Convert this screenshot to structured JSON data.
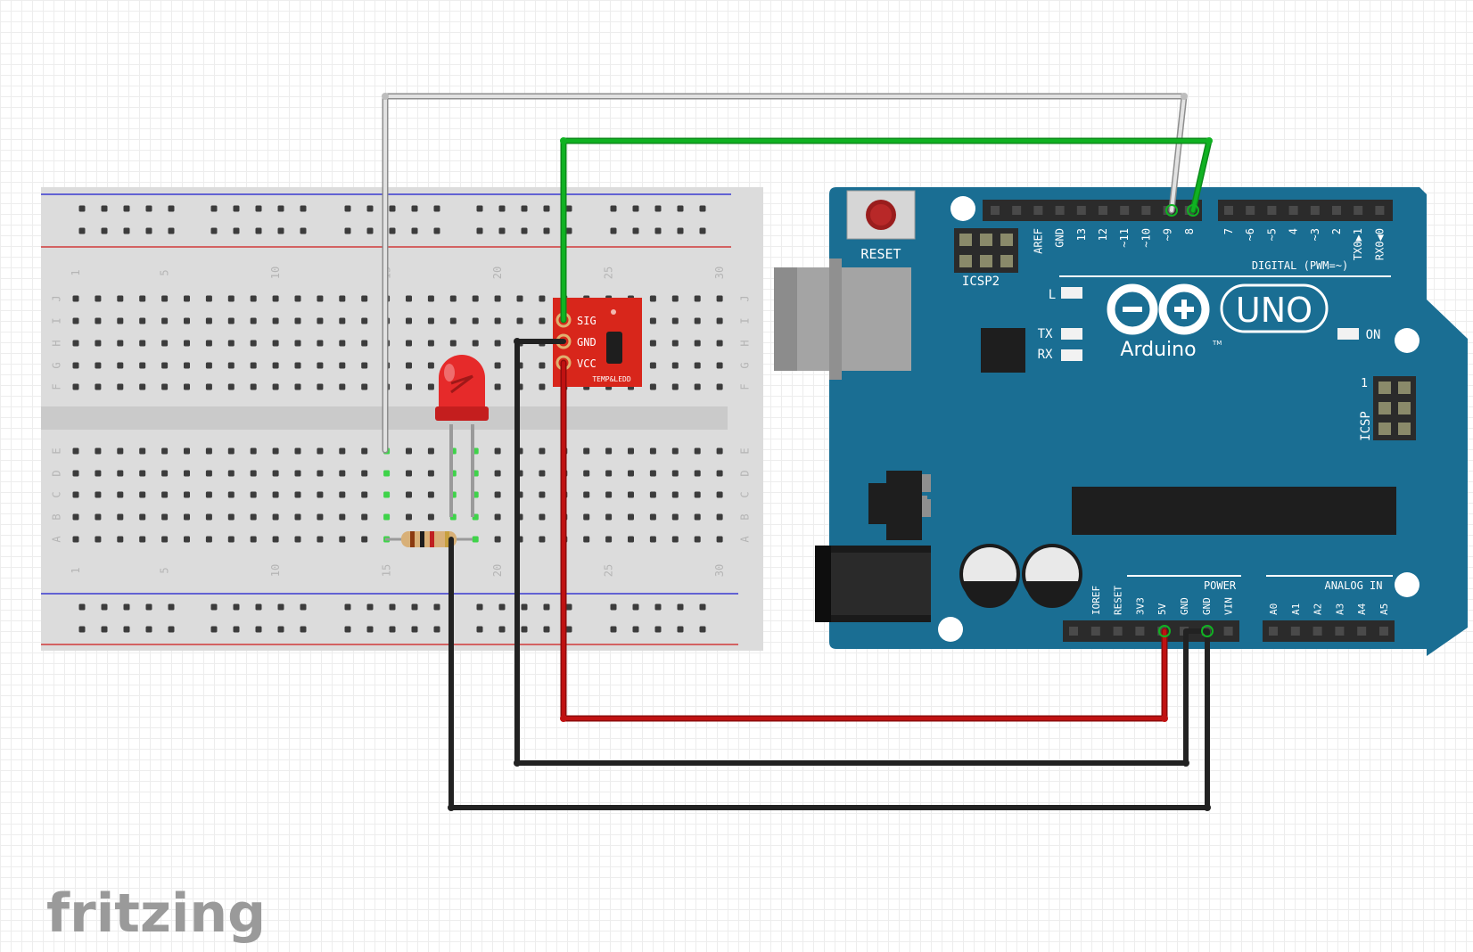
{
  "branding": {
    "logo_text": "fritzing"
  },
  "breadboard": {
    "column_numbers": [
      "1",
      "5",
      "10",
      "15",
      "20",
      "25",
      "30"
    ],
    "row_letters_top": [
      "J",
      "I",
      "H",
      "G",
      "F"
    ],
    "row_letters_bottom": [
      "E",
      "D",
      "C",
      "B",
      "A"
    ]
  },
  "sensor": {
    "pins": [
      "SIG",
      "GND",
      "VCC"
    ],
    "label": "TEMP&LEDD"
  },
  "arduino": {
    "reset_label": "RESET",
    "icsp2_label": "ICSP2",
    "icsp_label": "ICSP",
    "icsp_pin1": "1",
    "digital_label": "DIGITAL (PWM=~)",
    "digital_pins": [
      "AREF",
      "GND",
      "13",
      "12",
      "~11",
      "~10",
      "~9",
      "8",
      "7",
      "~6",
      "~5",
      "4",
      "~3",
      "2",
      "TX0▶1",
      "RX0◀0"
    ],
    "led_l": "L",
    "led_tx": "TX",
    "led_rx": "RX",
    "led_on": "ON",
    "logo_model": "UNO",
    "logo_brand": "Arduino",
    "logo_tm": "TM",
    "power_label": "POWER",
    "power_pins": [
      "IOREF",
      "RESET",
      "3V3",
      "5V",
      "GND",
      "GND",
      "VIN"
    ],
    "analog_label": "ANALOG IN",
    "analog_pins": [
      "A0",
      "A1",
      "A2",
      "A3",
      "A4",
      "A5"
    ]
  },
  "colors": {
    "board_teal": "#1a6e93",
    "wire_green": "#10b222",
    "wire_red": "#c01212",
    "wire_black": "#222222",
    "wire_white": "#bdbdbd",
    "led_red": "#e62a2a",
    "module_red": "#d8261b"
  }
}
